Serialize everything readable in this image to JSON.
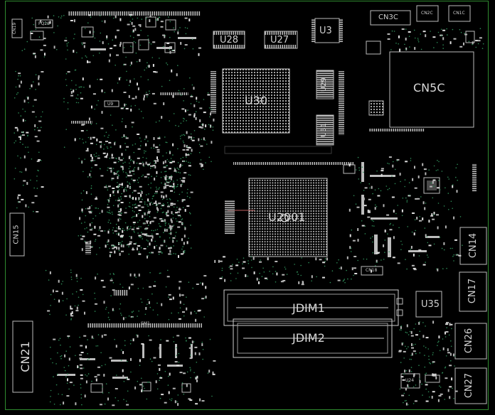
{
  "board": {
    "colors": {
      "background": "#000000",
      "outline": "#2f8a2f",
      "silkscreen": "#cfcfcf",
      "component": "#bdbdbd",
      "via": "#2e8b57"
    },
    "labels": {
      "cn19": "CN19",
      "pq28": "PQ28",
      "u28": "U28",
      "u27": "U27",
      "u3": "U3",
      "cn3c": "CN3C",
      "cn2c": "CN2C",
      "cn1c": "CN1C",
      "cn5c": "CN5C",
      "u30": "U30",
      "u29": "U29",
      "u31": "U31",
      "u9": "U9",
      "u2001": "U2001",
      "cn15": "CN15",
      "cn14": "CN14",
      "cn18": "CN18",
      "cn17": "CN17",
      "u35": "U35",
      "jdim1": "JDIM1",
      "jdim2": "JDIM2",
      "cn26": "CN26",
      "cn21": "CN21",
      "cn27": "CN27",
      "u24": "U24",
      "sm1": "SM1"
    }
  }
}
